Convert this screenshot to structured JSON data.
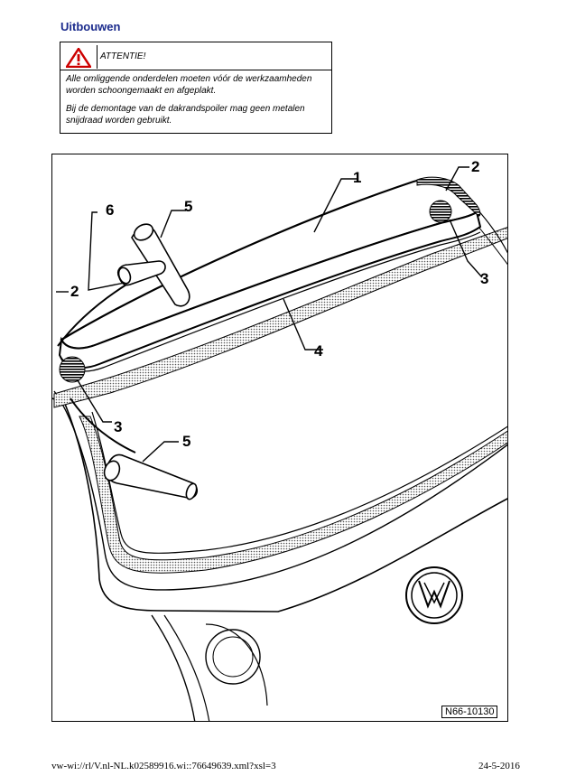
{
  "section": {
    "title": "Uitbouwen"
  },
  "warning": {
    "label": "ATTENTIE!",
    "paragraph1": "Alle omliggende onderdelen moeten vóór de werkzaamheden worden schoongemaakt en afgeplakt.",
    "paragraph2": "Bij de demontage van de dakrandspoiler mag geen metalen snijdraad worden gebruikt.",
    "icon": "warning-triangle-icon",
    "icon_color": "#cc0000"
  },
  "figure": {
    "callouts": {
      "c1": "1",
      "c2a": "2",
      "c2b": "2",
      "c3a": "3",
      "c3b": "3",
      "c4": "4",
      "c5a": "5",
      "c5b": "5",
      "c6": "6"
    },
    "reference_code": "N66-10130"
  },
  "footer": {
    "path": "vw-wi://rl/V.nl-NL.k02589916.wi::76649639.xml?xsl=3",
    "date": "24-5-2016"
  }
}
